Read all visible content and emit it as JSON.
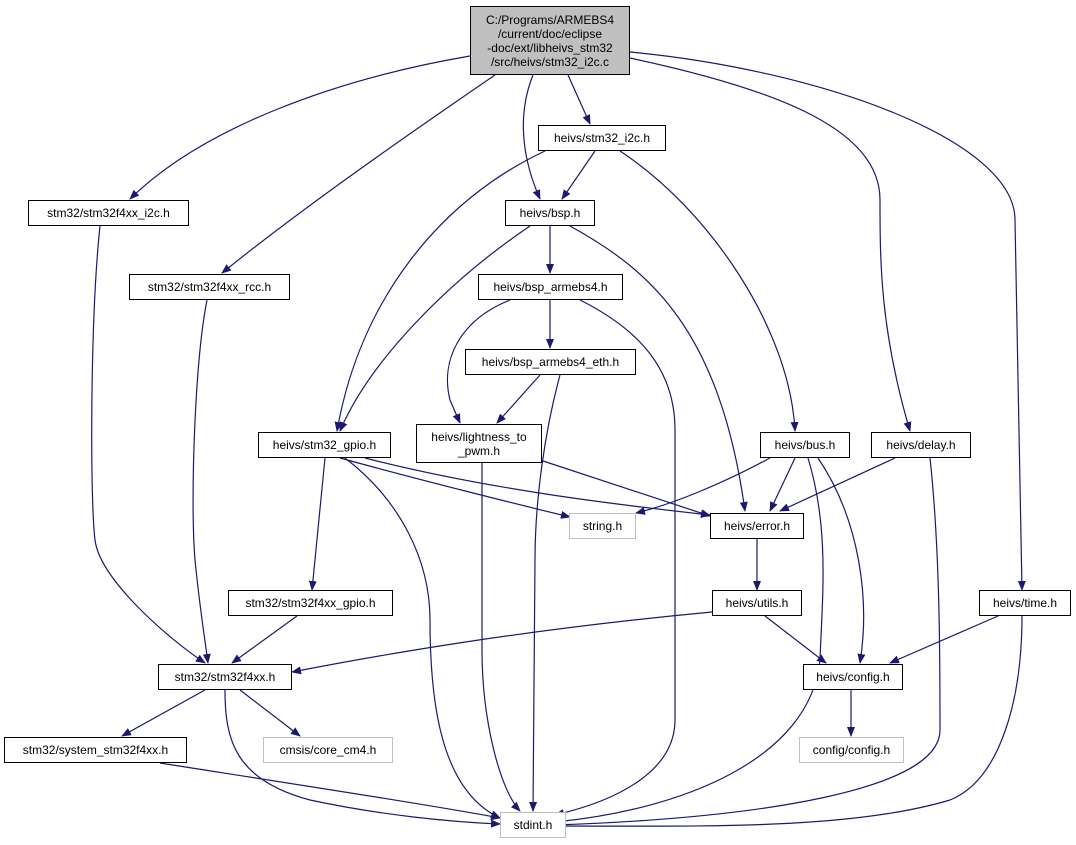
{
  "colors": {
    "edge": "#191970",
    "box_border": "#000000",
    "external_border": "#bfbfbf",
    "root_fill": "#bfbfbf"
  },
  "nodes": {
    "root": {
      "lines": [
        "C:/Programs/ARMEBS4",
        "/current/doc/eclipse",
        "-doc/ext/libheivs_stm32",
        "/src/heivs/stm32_i2c.c"
      ]
    },
    "heivs_stm32_i2c_h": {
      "label": "heivs/stm32_i2c.h"
    },
    "stm32f4xx_i2c_h": {
      "label": "stm32/stm32f4xx_i2c.h"
    },
    "heivs_bsp_h": {
      "label": "heivs/bsp.h"
    },
    "stm32f4xx_rcc_h": {
      "label": "stm32/stm32f4xx_rcc.h"
    },
    "bsp_armebs4_h": {
      "label": "heivs/bsp_armebs4.h"
    },
    "bsp_armebs4_eth_h": {
      "label": "heivs/bsp_armebs4_eth.h"
    },
    "stm32_gpio_h": {
      "label": "heivs/stm32_gpio.h"
    },
    "lightness_h": {
      "lines": [
        "heivs/lightness_to",
        "_pwm.h"
      ]
    },
    "bus_h": {
      "label": "heivs/bus.h"
    },
    "delay_h": {
      "label": "heivs/delay.h"
    },
    "string_h": {
      "label": "string.h"
    },
    "error_h": {
      "label": "heivs/error.h"
    },
    "stm32f4xx_gpio_h": {
      "label": "stm32/stm32f4xx_gpio.h"
    },
    "utils_h": {
      "label": "heivs/utils.h"
    },
    "time_h": {
      "label": "heivs/time.h"
    },
    "stm32f4xx_h": {
      "label": "stm32/stm32f4xx.h"
    },
    "config_h": {
      "label": "heivs/config.h"
    },
    "system_stm32f4xx_h": {
      "label": "stm32/system_stm32f4xx.h"
    },
    "core_cm4_h": {
      "label": "cmsis/core_cm4.h"
    },
    "config_config_h": {
      "label": "config/config.h"
    },
    "stdint_h": {
      "label": "stdint.h"
    }
  }
}
